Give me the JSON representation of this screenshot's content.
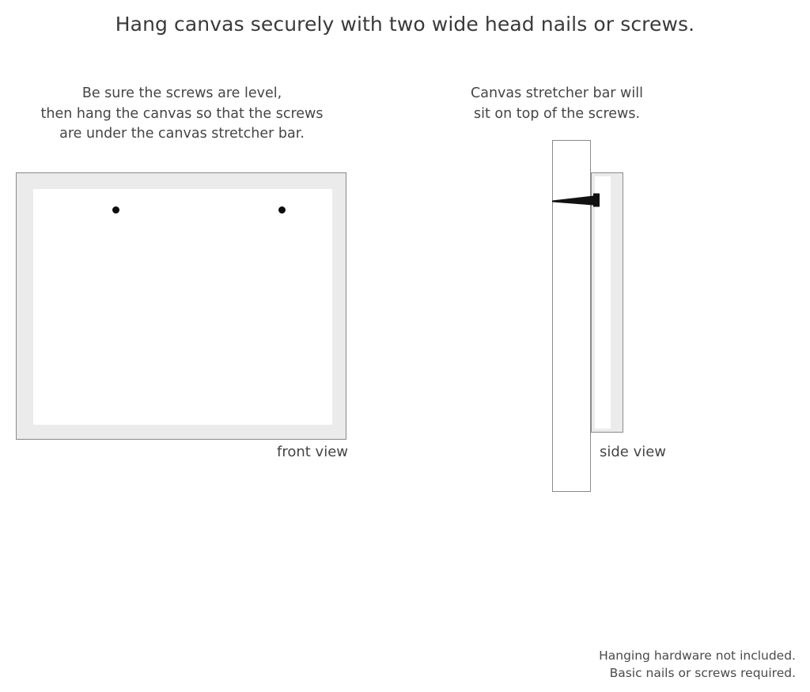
{
  "headline": "Hang canvas securely with two wide head nails or screws.",
  "captions": {
    "front": {
      "line1": "Be sure the screws are level,",
      "line2": "then hang the canvas so that the screws",
      "line3": "are under the canvas stretcher bar."
    },
    "side": {
      "line1": "Canvas stretcher bar will",
      "line2": "sit on top of the screws."
    }
  },
  "labels": {
    "front_view": "front view",
    "side_view": "side view"
  },
  "footer": {
    "line1": "Hanging hardware not included.",
    "line2": "Basic nails or screws required."
  },
  "diagram": {
    "front_view": {
      "frame_fill": "#ebebeb",
      "frame_border": "#8a8a8a",
      "canvas_fill": "#ffffff",
      "screw_color": "#0d0d0d",
      "screw_count": 2
    },
    "side_view": {
      "wall_fill": "#ffffff",
      "wall_border": "#8a8a8a",
      "stretcher_fill": "#ebebeb",
      "stretcher_inner_fill": "#ffffff",
      "screw_color": "#111111"
    }
  },
  "theme": {
    "background": "#ffffff",
    "text_color": "#3b3b3b",
    "muted_text_color": "#4a4a4a"
  }
}
